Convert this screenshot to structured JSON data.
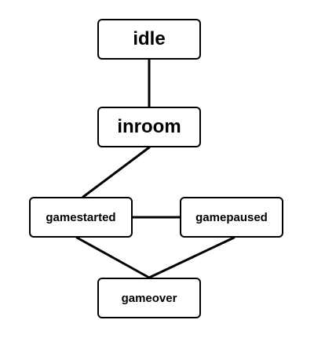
{
  "diagram": {
    "nodes": [
      {
        "id": "idle",
        "label": "idle"
      },
      {
        "id": "inroom",
        "label": "inroom"
      },
      {
        "id": "gamestarted",
        "label": "gamestarted"
      },
      {
        "id": "gamepaused",
        "label": "gamepaused"
      },
      {
        "id": "gameover",
        "label": "gameover"
      }
    ],
    "edges": [
      {
        "from": "idle",
        "to": "inroom"
      },
      {
        "from": "inroom",
        "to": "gamestarted"
      },
      {
        "from": "gamestarted",
        "to": "gamepaused"
      },
      {
        "from": "gamestarted",
        "to": "gameover"
      },
      {
        "from": "gamepaused",
        "to": "gameover"
      }
    ]
  }
}
